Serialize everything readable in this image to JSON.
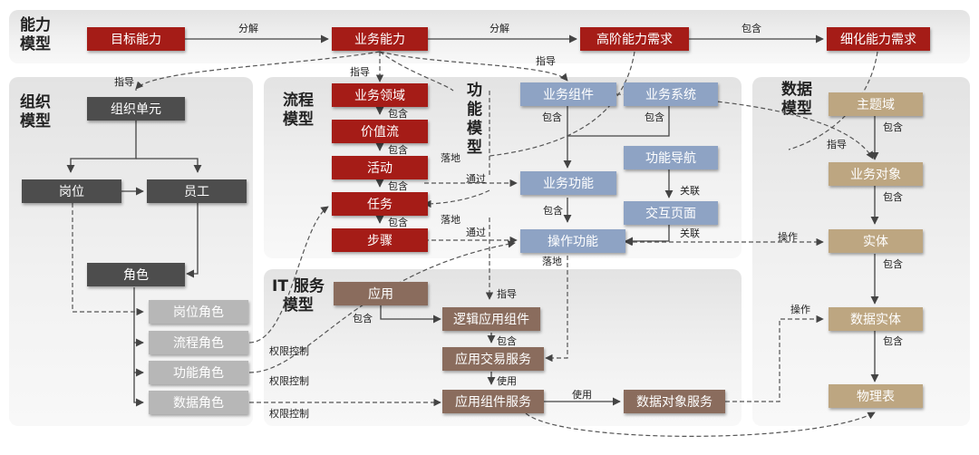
{
  "panels": {
    "capability": "能力\n模型",
    "org": "组织\n模型",
    "process": "流程\n模型",
    "function": "功\n能\n模\n型",
    "it": "IT 服务\n模型",
    "data": "数据\n模型"
  },
  "nodes": {
    "target_cap": "目标能力",
    "biz_cap": "业务能力",
    "high_cap": "高阶能力需求",
    "detail_cap": "细化能力需求",
    "org_unit": "组织单元",
    "post": "岗位",
    "staff": "员工",
    "role": "角色",
    "post_role": "岗位角色",
    "process_role": "流程角色",
    "func_role": "功能角色",
    "data_role": "数据角色",
    "biz_domain": "业务领域",
    "value_stream": "价值流",
    "activity": "活动",
    "task": "任务",
    "step": "步骤",
    "biz_component": "业务组件",
    "biz_system": "业务系统",
    "func_nav": "功能导航",
    "biz_func": "业务功能",
    "interact_page": "交互页面",
    "op_func": "操作功能",
    "app": "应用",
    "logic_comp": "逻辑应用组件",
    "app_txn": "应用交易服务",
    "app_comp_svc": "应用组件服务",
    "data_obj_svc": "数据对象服务",
    "subject_domain": "主题域",
    "biz_object": "业务对象",
    "entity": "实体",
    "data_entity": "数据实体",
    "physical_table": "物理表"
  },
  "labels": {
    "decompose1": "分解",
    "decompose2": "分解",
    "contain_cap": "包含",
    "guide_org": "指导",
    "guide_process": "指导",
    "guide_func": "指导",
    "contain_vs": "包含",
    "contain_act": "包含",
    "contain_task": "包含",
    "contain_step": "包含",
    "land1": "落地",
    "land2": "落地",
    "via1": "通过",
    "via2": "通过",
    "contain_comp": "包含",
    "contain_sys": "包含",
    "contain_bf": "包含",
    "assoc1": "关联",
    "assoc2": "关联",
    "land3": "落地",
    "guide_logic": "指导",
    "contain_app": "包含",
    "contain_logic": "包含",
    "use1": "使用",
    "use2": "使用",
    "perm1": "权限控制",
    "perm2": "权限控制",
    "perm3": "权限控制",
    "contain_subj": "包含",
    "guide_data": "指导",
    "contain_obj": "包含",
    "operate1": "操作",
    "contain_ent": "包含",
    "operate2": "操作",
    "contain_de": "包含"
  },
  "colors": {
    "capability": "#a51c17",
    "org": "#4d4d4d",
    "role": "#b7b7b7",
    "function": "#8ea3c4",
    "it": "#8a6c5d",
    "data": "#bda681"
  }
}
